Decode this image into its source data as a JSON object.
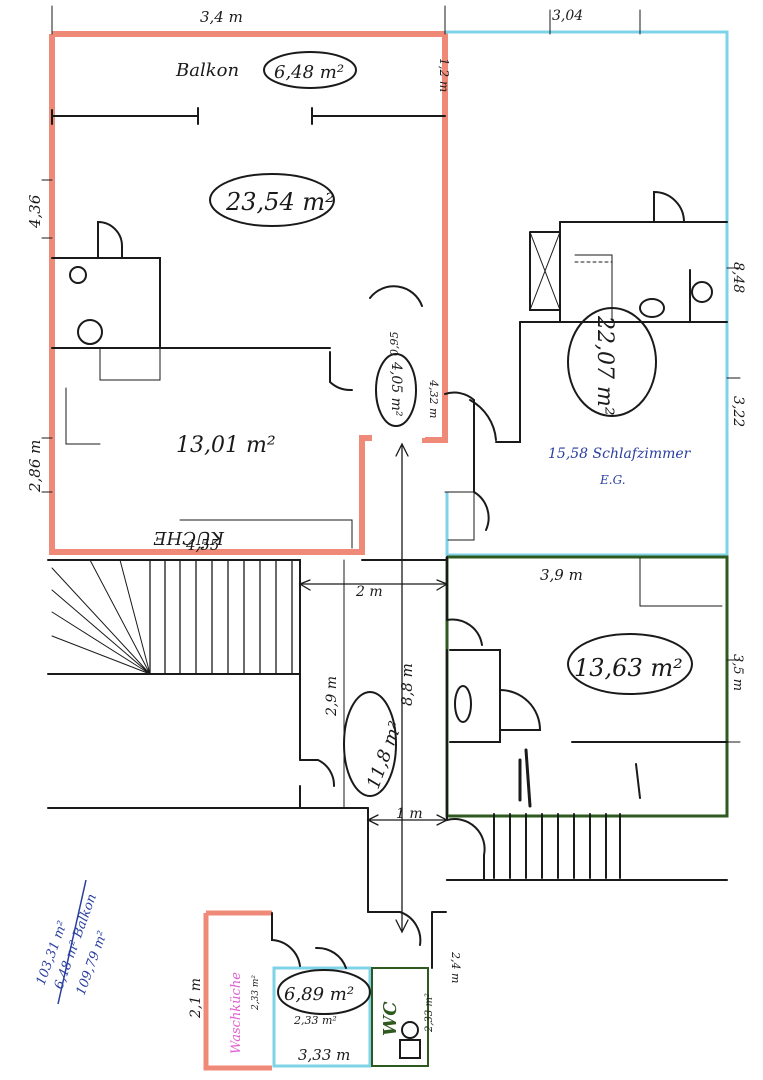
{
  "rooms": {
    "balkon": {
      "name": "Balkon",
      "area": "6,48 m²"
    },
    "living": {
      "area": "23,54 m²"
    },
    "kitchen": {
      "name": "KÜCHE",
      "area": "13,01 m²"
    },
    "bath_small": {
      "area": "4,05 m²"
    },
    "schlafzimmer": {
      "area": "22,07 m²",
      "note": "15,58 Schlafzimmer",
      "note2": "E.G."
    },
    "bedroom2": {
      "area": "13,63 m²"
    },
    "hall": {
      "area": "11,8 m²"
    },
    "wc_room": {
      "area": "6,89 m²",
      "name": "WC",
      "waschkueche": "Waschküche",
      "wash_area": "2,33 m²",
      "sub_area": "2,33 m²",
      "wc_area": "2,33 m²"
    }
  },
  "dimensions": {
    "top_left": "3,4 m",
    "top_right": "3,04",
    "left_upper": "4,36",
    "left_lower": "2,86 m",
    "right_upper": "8,48",
    "right_mid": "3,22",
    "right_lower": "3,5 m",
    "kitchen_width": "4,55",
    "balkon_side": "1,2 m",
    "bath_w": "0,95",
    "bath_h": "4,32 m",
    "hall_width": "2 m",
    "hall_depth": "2,9 m",
    "hall_length": "8,8 m",
    "bedroom_width": "3,9 m",
    "corridor_width": "1 m",
    "wc_width": "3,33 m",
    "wc_left": "2,1 m",
    "wc_right": "2,4 m"
  },
  "summary": {
    "line1": "103,31 m²",
    "line2": "6,48 m² Balkon",
    "line3": "109,79 m²"
  },
  "colors": {
    "ink": "#1a1a1a",
    "outline_red": "#f08a78",
    "outline_cyan": "#7fd3e6",
    "outline_green": "#2f5a1f",
    "blue_text": "#2a3fa0",
    "magenta": "#e060d0"
  }
}
